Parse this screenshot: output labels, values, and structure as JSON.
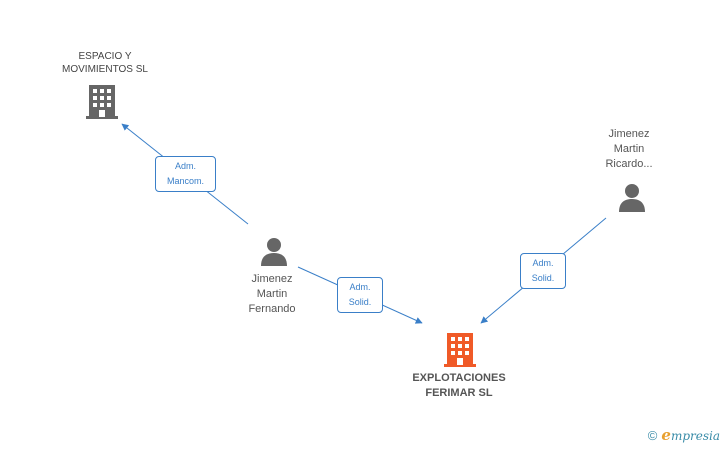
{
  "nodes": {
    "espacio": {
      "label_line1": "ESPACIO Y",
      "label_line2": "MOVIMIENTOS SL",
      "icon": "building-icon",
      "color": "#666666"
    },
    "fernando": {
      "label_line1": "Jimenez",
      "label_line2": "Martin",
      "label_line3": "Fernando",
      "icon": "person-icon",
      "color": "#666666"
    },
    "ricardo": {
      "label_line1": "Jimenez",
      "label_line2": "Martin",
      "label_line3": "Ricardo...",
      "icon": "person-icon",
      "color": "#666666"
    },
    "explotaciones": {
      "label_line1": "EXPLOTACIONES",
      "label_line2": "FERIMAR SL",
      "icon": "building-icon",
      "color": "#f05a28"
    }
  },
  "edges": {
    "fernando_espacio": {
      "line1": "Adm.",
      "line2": "Mancom."
    },
    "fernando_explotaciones": {
      "line1": "Adm.",
      "line2": "Solid."
    },
    "ricardo_explotaciones": {
      "line1": "Adm.",
      "line2": "Solid."
    }
  },
  "colors": {
    "edge": "#3a7fc8",
    "brand": "#3a8ca8",
    "brand_accent": "#e8a030"
  },
  "footer": {
    "copyright": "©",
    "brand_initial": "e",
    "brand_rest": "mpresia"
  }
}
